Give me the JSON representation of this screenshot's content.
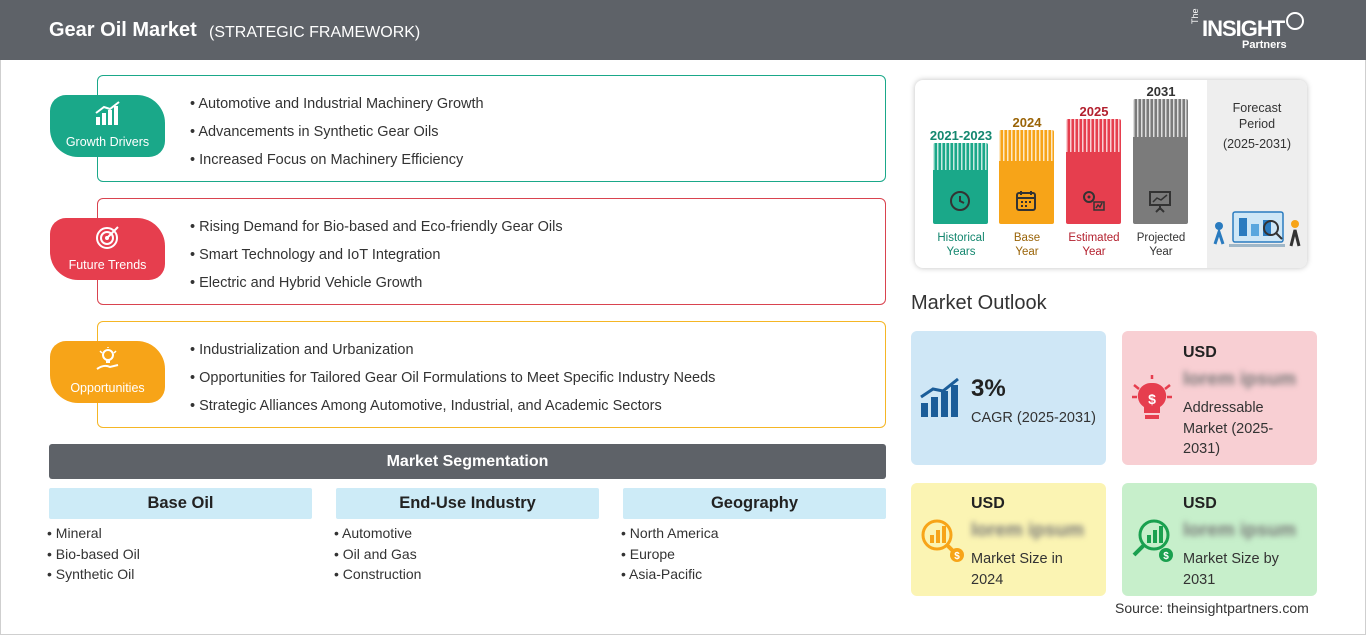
{
  "header": {
    "title": "Gear Oil Market",
    "subtitle": "(STRATEGIC FRAMEWORK)",
    "logo": {
      "the": "The",
      "insight": "INSIGHT",
      "partners": "Partners"
    }
  },
  "framework": [
    {
      "label": "Growth Drivers",
      "color": "#1aa889",
      "border": "#1aa889",
      "icon": "growth-chart-icon",
      "items": [
        "Automotive and Industrial Machinery Growth",
        "Advancements in Synthetic Gear Oils",
        "Increased Focus on Machinery Efficiency"
      ]
    },
    {
      "label": "Future Trends",
      "color": "#e63e4e",
      "border": "#d9434f",
      "icon": "target-icon",
      "items": [
        "Rising Demand for Bio-based and Eco-friendly Gear Oils",
        "Smart Technology and IoT Integration",
        "Electric and Hybrid Vehicle Growth"
      ]
    },
    {
      "label": "Opportunities",
      "color": "#f7a418",
      "border": "#f5b625",
      "icon": "idea-hand-icon",
      "items": [
        "Industrialization and Urbanization",
        "Opportunities for Tailored Gear Oil Formulations to Meet Specific Industry Needs",
        "Strategic Alliances Among Automotive, Industrial, and Academic Sectors"
      ]
    }
  ],
  "segmentation": {
    "title": "Market Segmentation",
    "columns": [
      {
        "head": "Base Oil",
        "items": [
          "Mineral",
          "Bio-based Oil",
          "Synthetic Oil"
        ]
      },
      {
        "head": "End-Use Industry",
        "items": [
          "Automotive",
          "Oil and Gas",
          "Construction"
        ]
      },
      {
        "head": "Geography",
        "items": [
          "North America",
          "Europe",
          "Asia-Pacific"
        ]
      }
    ]
  },
  "timeline": {
    "periods": [
      {
        "year": "2021-2023",
        "label": "Historical Years",
        "l1": "Historical",
        "l2": "Years",
        "color": "#1aa889",
        "yearColor": "#14876f",
        "icon": "history-clock-icon"
      },
      {
        "year": "2024",
        "label": "Base Year",
        "l1": "Base",
        "l2": "Year",
        "color": "#f7a418",
        "yearColor": "#9a6408",
        "icon": "calendar-icon"
      },
      {
        "year": "2025",
        "label": "Estimated Year",
        "l1": "Estimated",
        "l2": "Year",
        "color": "#e63e4e",
        "yearColor": "#b3202e",
        "icon": "gears-chart-icon"
      },
      {
        "year": "2031",
        "label": "Projected Year",
        "l1": "Projected",
        "l2": "Year",
        "color": "#7b7b7b",
        "yearColor": "#333333",
        "icon": "presentation-board-icon"
      }
    ],
    "forecast": {
      "l1": "Forecast",
      "l2": "Period",
      "l3": "(2025-2031)"
    }
  },
  "outlook": {
    "title": "Market Outlook",
    "cagr": {
      "value": "3%",
      "label": "CAGR (2025-2031)",
      "bg": "#cfe7f6"
    },
    "addressable": {
      "usd": "USD",
      "blur": "lorem ipsum",
      "d1": "Addressable",
      "d2": "Market (2025-",
      "d3": "2031)",
      "bg": "#f8cfd3"
    },
    "size2024": {
      "usd": "USD",
      "blur": "lorem ipsum",
      "d1": "Market Size in",
      "d2": "2024",
      "bg": "#fbf4b3"
    },
    "size2031": {
      "usd": "USD",
      "blur": "lorem ipsum",
      "d1": "Market Size by",
      "d2": "2031",
      "bg": "#c7efcb"
    }
  },
  "source": "Source: theinsightpartners.com"
}
